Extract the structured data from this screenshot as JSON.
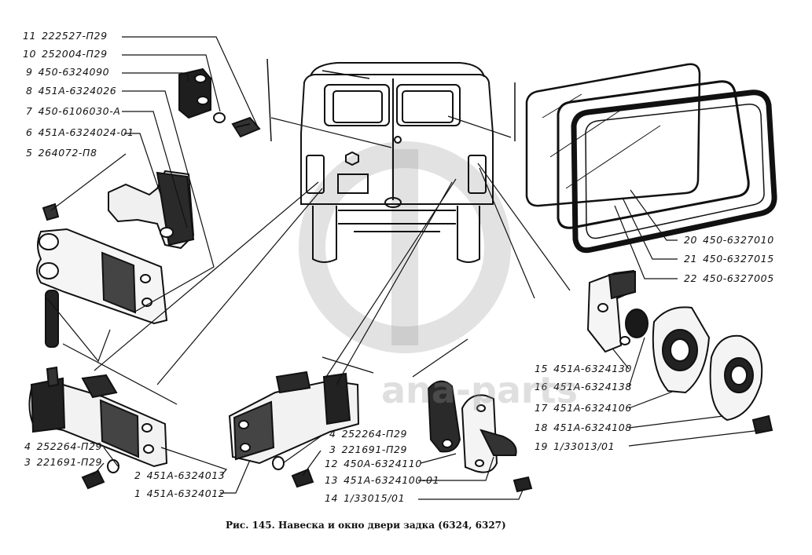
{
  "caption": "Рис. 145. Навеска и окно двери задка (6324, 6327)",
  "watermark": {
    "text": "ana-parts",
    "logo_name": "ana-parts watermark logo"
  },
  "callouts": [
    {
      "num": "11",
      "part": "222527-П29"
    },
    {
      "num": "10",
      "part": "252004-П29"
    },
    {
      "num": "9",
      "part": "450-6324090"
    },
    {
      "num": "8",
      "part": "451А-6324026"
    },
    {
      "num": "7",
      "part": "450-6106030-А"
    },
    {
      "num": "6",
      "part": "451А-6324024-01"
    },
    {
      "num": "5",
      "part": "264072-П8"
    },
    {
      "num": "4",
      "part": "252264-П29"
    },
    {
      "num": "3",
      "part": "221691-П29"
    },
    {
      "num": "2",
      "part": "451А-6324013"
    },
    {
      "num": "1",
      "part": "451А-6324012"
    },
    {
      "num": "4",
      "part": "252264-П29"
    },
    {
      "num": "3",
      "part": "221691-П29"
    },
    {
      "num": "12",
      "part": "450А-6324110"
    },
    {
      "num": "13",
      "part": "451А-6324100-01"
    },
    {
      "num": "14",
      "part": "1/33015/01"
    },
    {
      "num": "15",
      "part": "451А-6324130"
    },
    {
      "num": "16",
      "part": "451А-6324138"
    },
    {
      "num": "17",
      "part": "451А-6324106"
    },
    {
      "num": "18",
      "part": "451А-6324108"
    },
    {
      "num": "19",
      "part": "1/33013/01"
    },
    {
      "num": "20",
      "part": "450-6327010"
    },
    {
      "num": "21",
      "part": "450-6327015"
    },
    {
      "num": "22",
      "part": "450-6327005"
    }
  ]
}
